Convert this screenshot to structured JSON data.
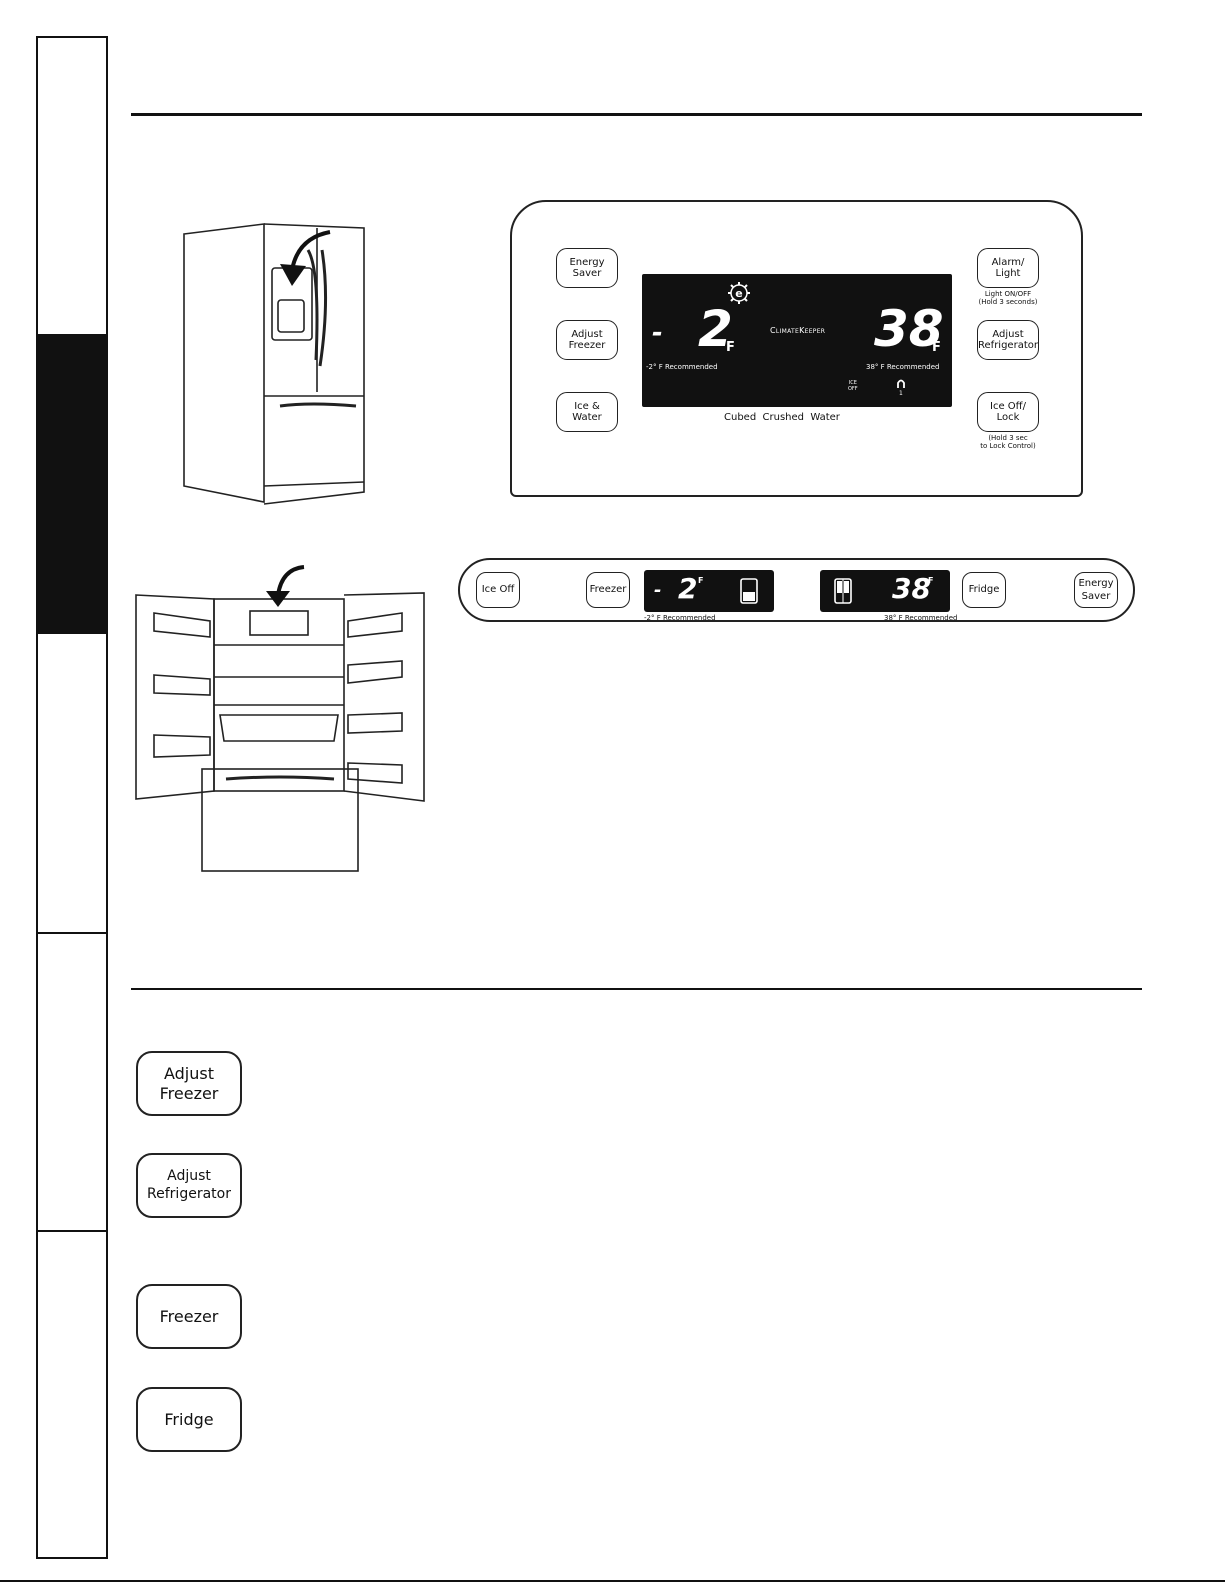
{
  "panel": {
    "buttons": {
      "energy_saver": "Energy\nSaver",
      "adjust_freezer": "Adjust\nFreezer",
      "ice_water": "Ice &\nWater",
      "alarm_light": "Alarm/\nLight",
      "adjust_refrigerator": "Adjust\nRefrigerator",
      "ice_off_lock": "Ice Off/\nLock"
    },
    "alarm_note": "Light ON/OFF\n(Hold 3 seconds)",
    "lock_note": "(Hold 3 sec\nto Lock Control)",
    "display": {
      "freezer_sign": "-",
      "freezer_temp": "2",
      "freezer_unit": "F",
      "freezer_recommended": "-2° F Recommended",
      "brand": "ClimateKeeper",
      "fridge_temp": "38",
      "fridge_unit": "F",
      "fridge_recommended": "38° F Recommended",
      "ice_off": "ICE\nOFF",
      "dispense_indicator": "1",
      "energy_icon": "e-gear-icon"
    },
    "dispense_modes": "Cubed  Crushed  Water"
  },
  "strip": {
    "ice_off": "Ice Off",
    "freezer": "Freezer",
    "freezer_sign": "-",
    "freezer_temp": "2",
    "freezer_unit": "F",
    "freezer_recommended": "-2° F Recommended",
    "fridge_temp": "38",
    "fridge_unit": "F",
    "fridge_recommended": "38° F Recommended",
    "fridge": "Fridge",
    "energy_saver": "Energy\nSaver"
  },
  "legend": {
    "adjust_freezer": "Adjust\nFreezer",
    "adjust_refrigerator": "Adjust\nRefrigerator",
    "freezer": "Freezer",
    "fridge": "Fridge"
  }
}
